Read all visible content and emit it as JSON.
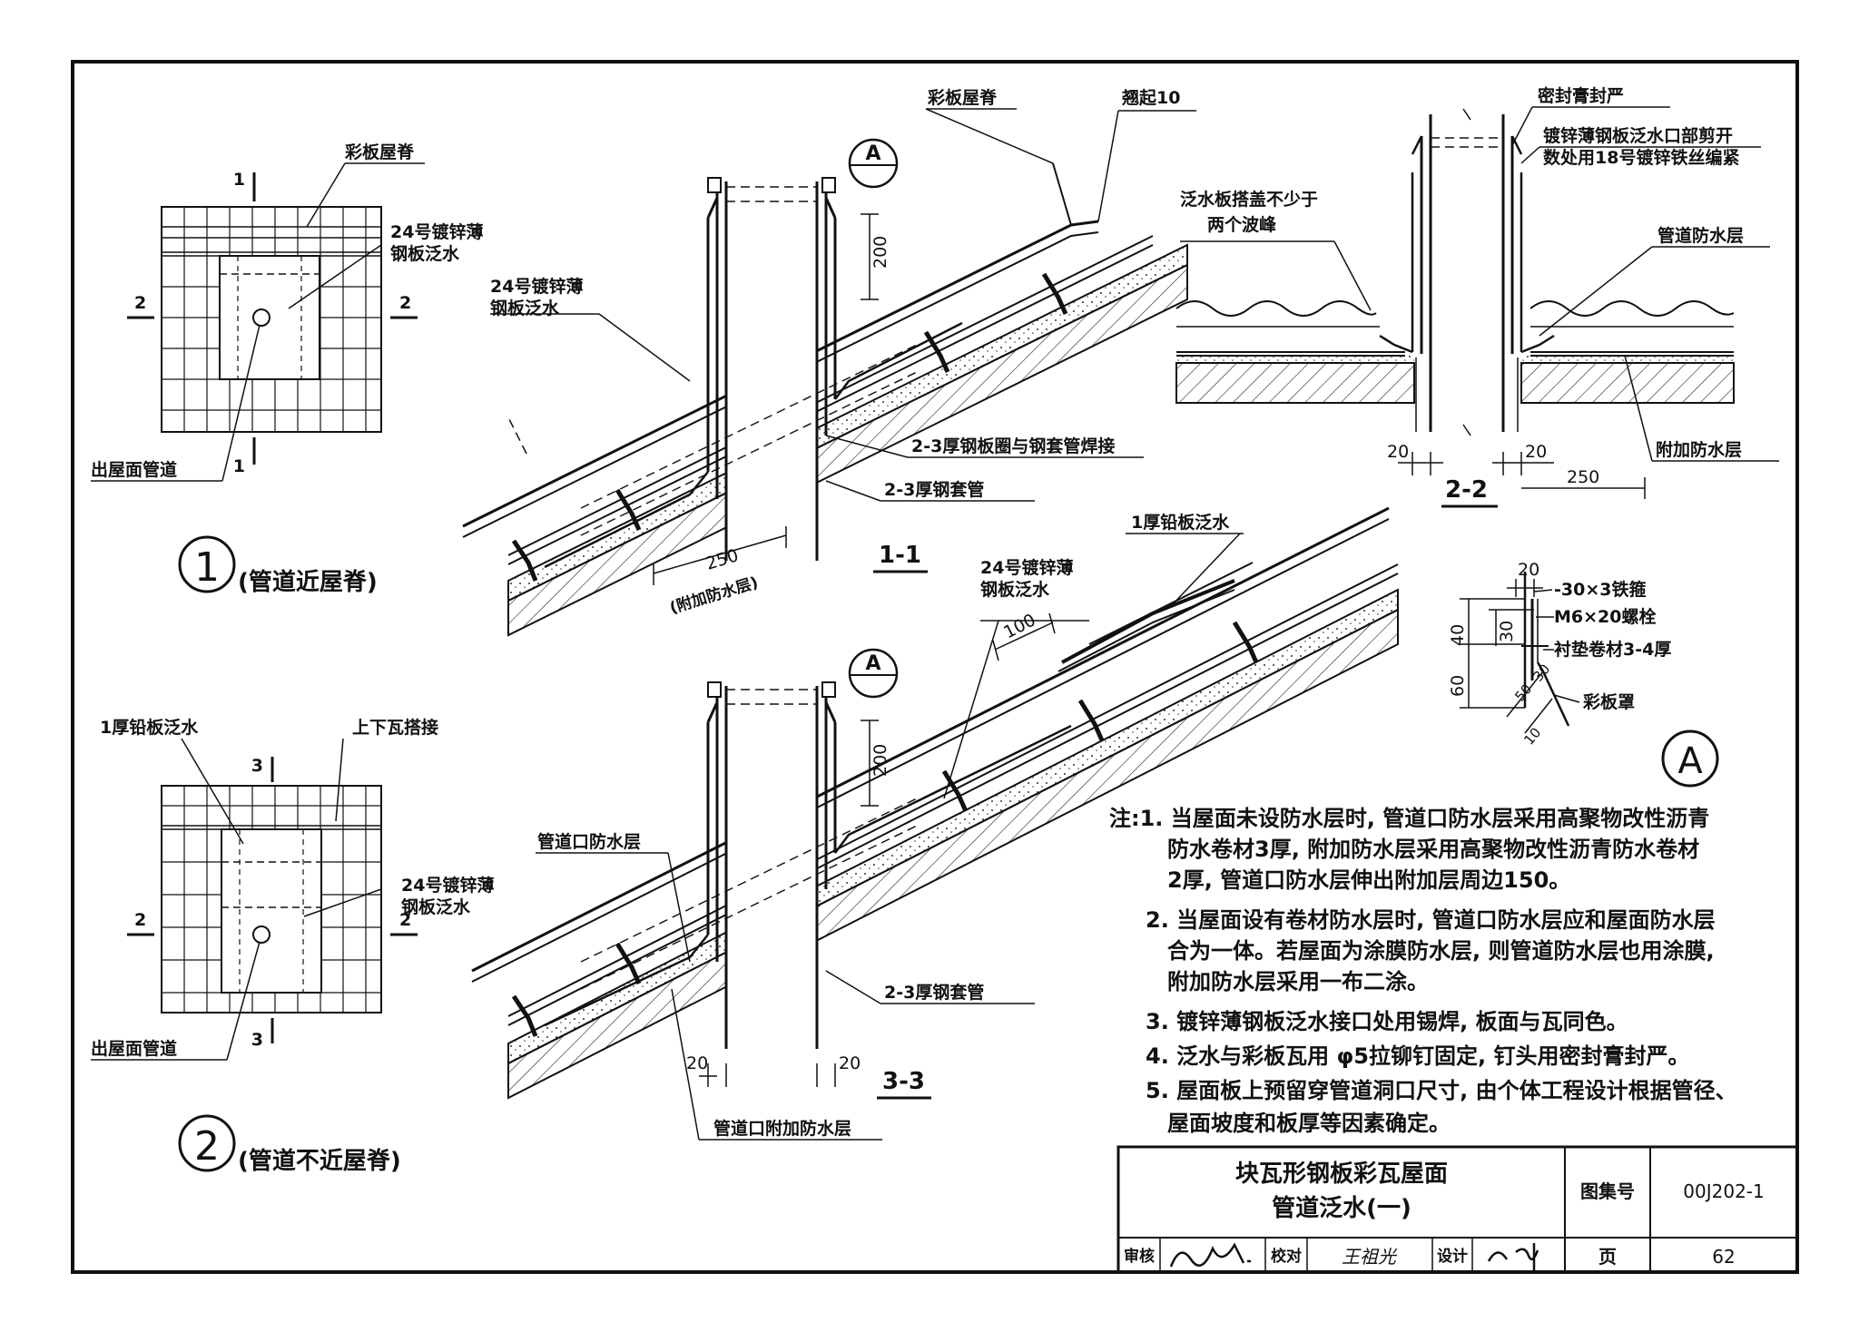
{
  "plan1": {
    "ridge": "彩板屋脊",
    "flashing": "24号镀锌薄钢板泛水",
    "pipe": "出屋面管道",
    "cut_top": "1",
    "cut_bottom": "1",
    "cut_left": "2",
    "cut_right": "2",
    "num": "1",
    "caption": "(管道近屋脊)"
  },
  "plan2": {
    "lead": "1厚铅板泛水",
    "overlap": "上下瓦搭接",
    "flashing": "24号镀锌薄钢板泛水",
    "pipe": "出屋面管道",
    "cut_top": "3",
    "cut_bottom": "3",
    "cut_left": "2",
    "cut_right": "2",
    "num": "2",
    "caption": "(管道不近屋脊)"
  },
  "sec11": {
    "ridge": "彩板屋脊",
    "upturn": "翘起10",
    "flashing": "24号镀锌薄钢板泛水",
    "ring": "2-3厚钢板圈与钢套管焊接",
    "sleeve": "2-3厚钢套管",
    "d200": "200",
    "d250": "250",
    "add": "(附加防水层)",
    "detail": "A",
    "title": "1-1"
  },
  "sec22": {
    "seal": "密封膏封严",
    "cut": "镀锌薄钢板泛水口部剪开数处用18号镀锌铁丝编紧",
    "cover": "泛水板搭盖不少于两个波峰",
    "pipe_wp": "管道防水层",
    "add_wp": "附加防水层",
    "d20a": "20",
    "d20b": "20",
    "d250": "250",
    "title": "2-2"
  },
  "sec33": {
    "lead": "1厚铅板泛水",
    "flashing": "24号镀锌薄钢板泛水",
    "d100": "100",
    "d200": "200",
    "pipe_wp": "管道口防水层",
    "sleeve": "2-3厚钢套管",
    "add_wp": "管道口附加防水层",
    "d20a": "20",
    "d20b": "20",
    "detail": "A",
    "title": "3-3"
  },
  "detailA": {
    "hoop": "-30×3铁箍",
    "bolt": "M6×20螺栓",
    "liner": "衬垫卷材3-4厚",
    "cover": "彩板罩",
    "d20": "20",
    "d40": "40",
    "d30": "30",
    "d60": "60",
    "r50": "50",
    "r30": "30",
    "r10": "10",
    "label": "A"
  },
  "notes": [
    "注:1. 当屋面未设防水层时, 管道口防水层采用高聚物改性沥青",
    "防水卷材3厚, 附加防水层采用高聚物改性沥青防水卷材",
    "2厚, 管道口防水层伸出附加层周边150。",
    "2. 当屋面设有卷材防水层时, 管道口防水层应和屋面防水层",
    "合为一体。若屋面为涂膜防水层, 则管道防水层也用涂膜,",
    "附加防水层采用一布二涂。",
    "3. 镀锌薄钢板泛水接口处用锡焊, 板面与瓦同色。",
    "4. 泛水与彩板瓦用 φ5拉铆钉固定, 钉头用密封膏封严。",
    "5. 屋面板上预留穿管道洞口尺寸, 由个体工程设计根据管径、",
    "屋面坡度和板厚等因素确定。"
  ],
  "titleblock": {
    "title1": "块瓦形钢板彩瓦屋面",
    "title2": "管道泛水(一)",
    "atlas_label": "图集号",
    "atlas_no": "00J202-1",
    "review": "审核",
    "check": "校对",
    "check_name": "王祖光",
    "design": "设计",
    "page_label": "页",
    "page_no": "62"
  }
}
